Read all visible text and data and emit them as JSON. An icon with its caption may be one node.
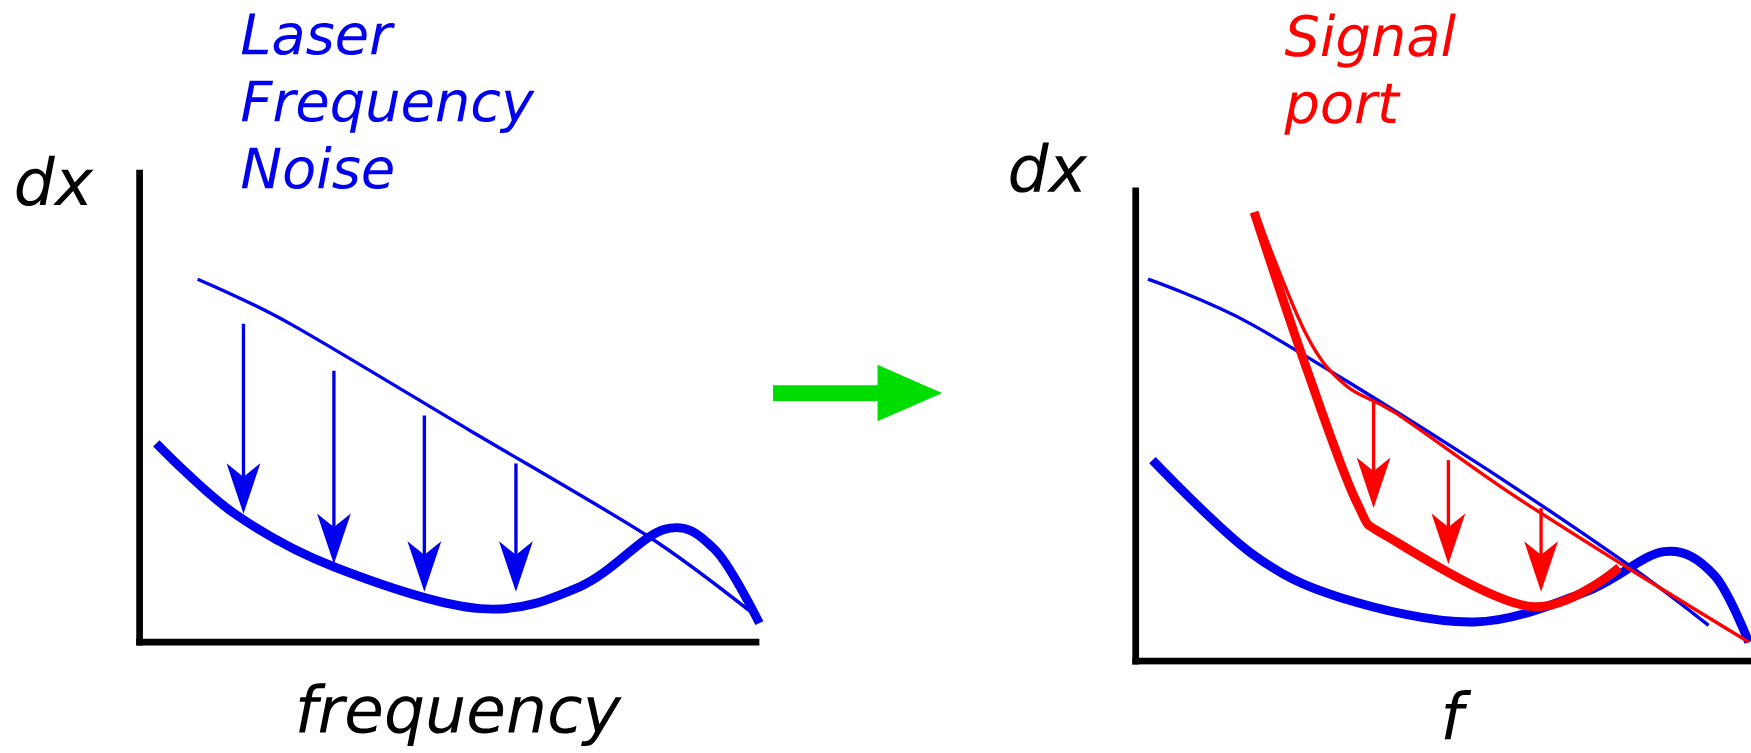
{
  "diagram": {
    "nodes": [
      {
        "text": [],
        "shape": "picture",
        "beside": [
          "Laser Frequency Noise",
          "dx",
          "frequency"
        ]
      },
      {
        "text": [],
        "shape": "picture",
        "beside": [
          "Signal port",
          "dx",
          "f"
        ]
      }
    ],
    "edges": [
      {
        "from": 0,
        "to": 1,
        "arrow": "to",
        "color": "#00dd00"
      }
    ]
  }
}
